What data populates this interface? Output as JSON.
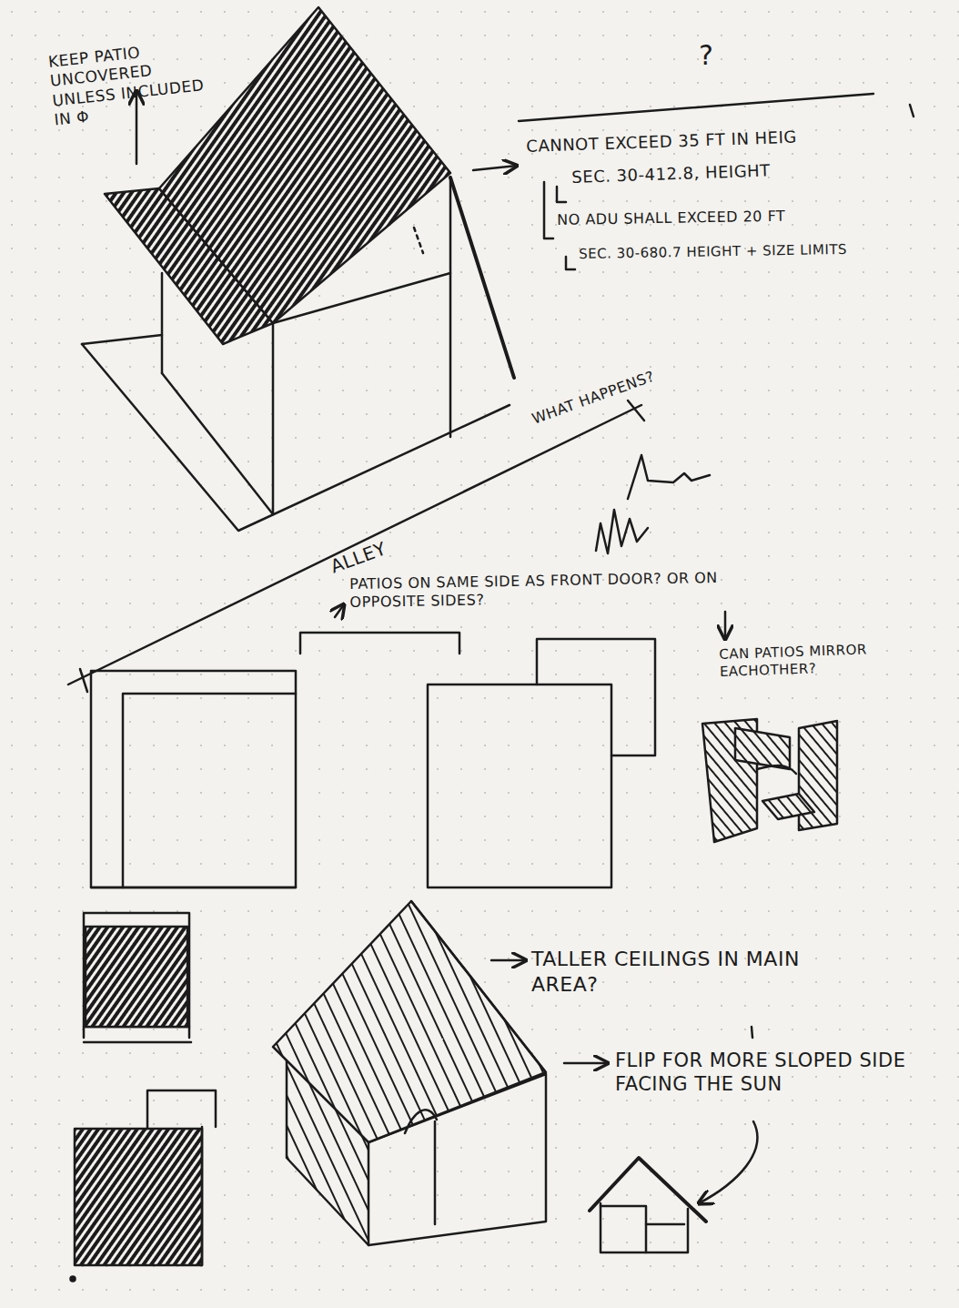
{
  "diagram": {
    "labels": [
      "KEEP PATIO UNCOVERED UNLESS INCLUDED IN Φ",
      "?",
      "CANNOT EXCEED 35 FT IN HEIG",
      "SEC. 30-412.8, HEIGHT",
      "NO ADU SHALL EXCEED 20 FT",
      "SEC. 30-680.7 HEIGHT + SIZE LIMITS",
      "WHAT HAPPENS?",
      "ALLEY",
      "PATIOS ON SAME SIDE AS FRONT DOOR? OR ON OPPOSITE SIDES?",
      "CAN PATIOS MIRROR EACHOTHER?",
      "TALLER CEILINGS IN MAIN AREA?",
      "FLIP FOR MORE SLOPED SIDE FACING THE SUN"
    ]
  }
}
